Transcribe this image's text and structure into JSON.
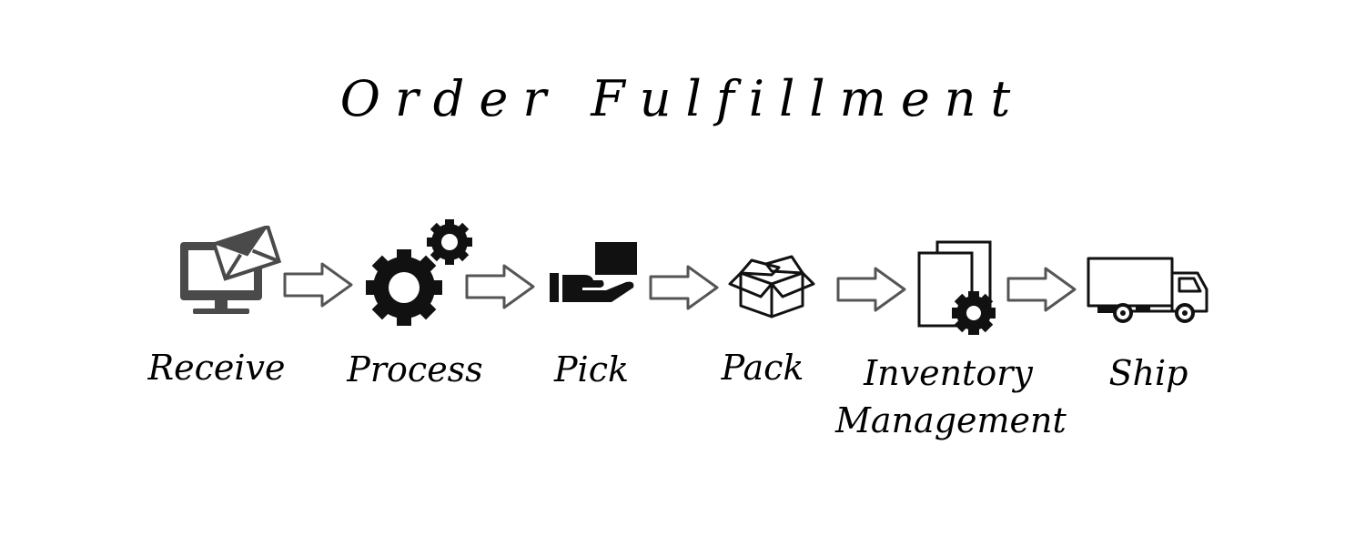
{
  "title": "Order Fulfillment",
  "steps": [
    {
      "label": "Receive",
      "icon": "computer-envelope-icon"
    },
    {
      "label": "Process",
      "icon": "gears-icon"
    },
    {
      "label": "Pick",
      "icon": "hand-box-icon"
    },
    {
      "label": "Pack",
      "icon": "open-box-icon"
    },
    {
      "label": "Inventory",
      "label2": "Management",
      "icon": "documents-gear-icon"
    },
    {
      "label": "Ship",
      "icon": "truck-icon"
    }
  ],
  "colors": {
    "icon_dark": "#4a4a4a",
    "icon_black": "#111111",
    "arrow_stroke": "#555555"
  }
}
